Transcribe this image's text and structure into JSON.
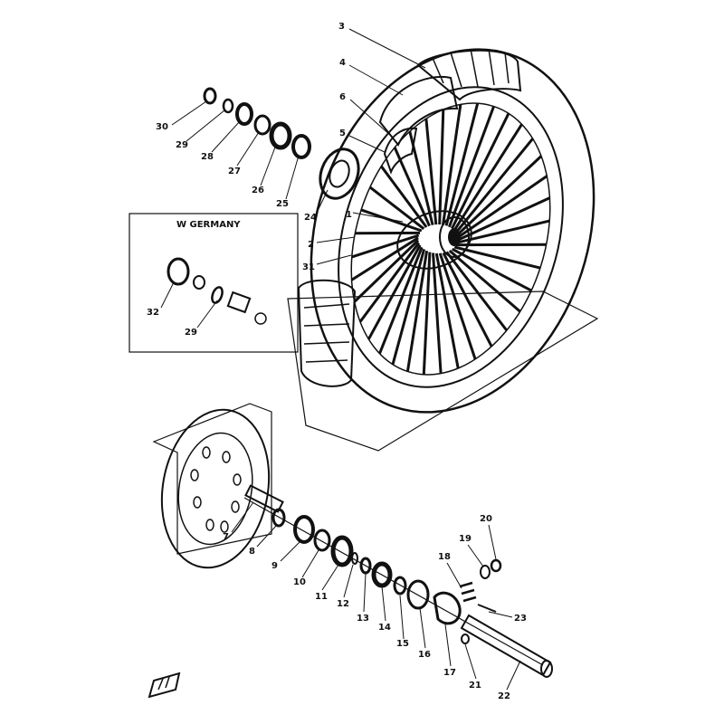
{
  "inset": {
    "title": "W GERMANY"
  },
  "callouts": [
    {
      "id": "c3",
      "label": "3"
    },
    {
      "id": "c4",
      "label": "4"
    },
    {
      "id": "c6",
      "label": "6"
    },
    {
      "id": "c5",
      "label": "5"
    },
    {
      "id": "c30",
      "label": "30"
    },
    {
      "id": "c29",
      "label": "29"
    },
    {
      "id": "c28",
      "label": "28"
    },
    {
      "id": "c27",
      "label": "27"
    },
    {
      "id": "c26",
      "label": "26"
    },
    {
      "id": "c25",
      "label": "25"
    },
    {
      "id": "c24",
      "label": "24"
    },
    {
      "id": "c1",
      "label": "1"
    },
    {
      "id": "c2",
      "label": "2"
    },
    {
      "id": "c31",
      "label": "31"
    },
    {
      "id": "c32",
      "label": "32"
    },
    {
      "id": "c29b",
      "label": "29"
    },
    {
      "id": "c7",
      "label": "7"
    },
    {
      "id": "c8",
      "label": "8"
    },
    {
      "id": "c9",
      "label": "9"
    },
    {
      "id": "c10",
      "label": "10"
    },
    {
      "id": "c11",
      "label": "11"
    },
    {
      "id": "c12",
      "label": "12"
    },
    {
      "id": "c13",
      "label": "13"
    },
    {
      "id": "c14",
      "label": "14"
    },
    {
      "id": "c15",
      "label": "15"
    },
    {
      "id": "c16",
      "label": "16"
    },
    {
      "id": "c17",
      "label": "17"
    },
    {
      "id": "c18",
      "label": "18"
    },
    {
      "id": "c19",
      "label": "19"
    },
    {
      "id": "c20",
      "label": "20"
    },
    {
      "id": "c21",
      "label": "21"
    },
    {
      "id": "c22",
      "label": "22"
    },
    {
      "id": "c23",
      "label": "23"
    }
  ]
}
